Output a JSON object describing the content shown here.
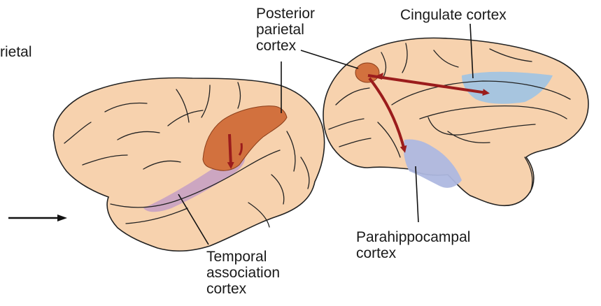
{
  "labels": {
    "partial_left": "rietal",
    "posterior_parietal": [
      "Posterior",
      "parietal",
      "cortex"
    ],
    "cingulate": "Cingulate cortex",
    "temporal_association": [
      "Temporal",
      "association",
      "cortex"
    ],
    "parahippocampal": [
      "Parahippocampal",
      "cortex"
    ]
  },
  "colors": {
    "brain_fill": "#F7D2AE",
    "outline": "#222222",
    "parietal_region": "#D2713E",
    "temporal_region": "#C9A3C2",
    "cingulate_region": "#9DC3E4",
    "parahippocampal_region": "#AEB8E0",
    "arrow_red": "#9B1C1C"
  },
  "icons": {
    "left_arrow": "arrow-right-icon"
  }
}
